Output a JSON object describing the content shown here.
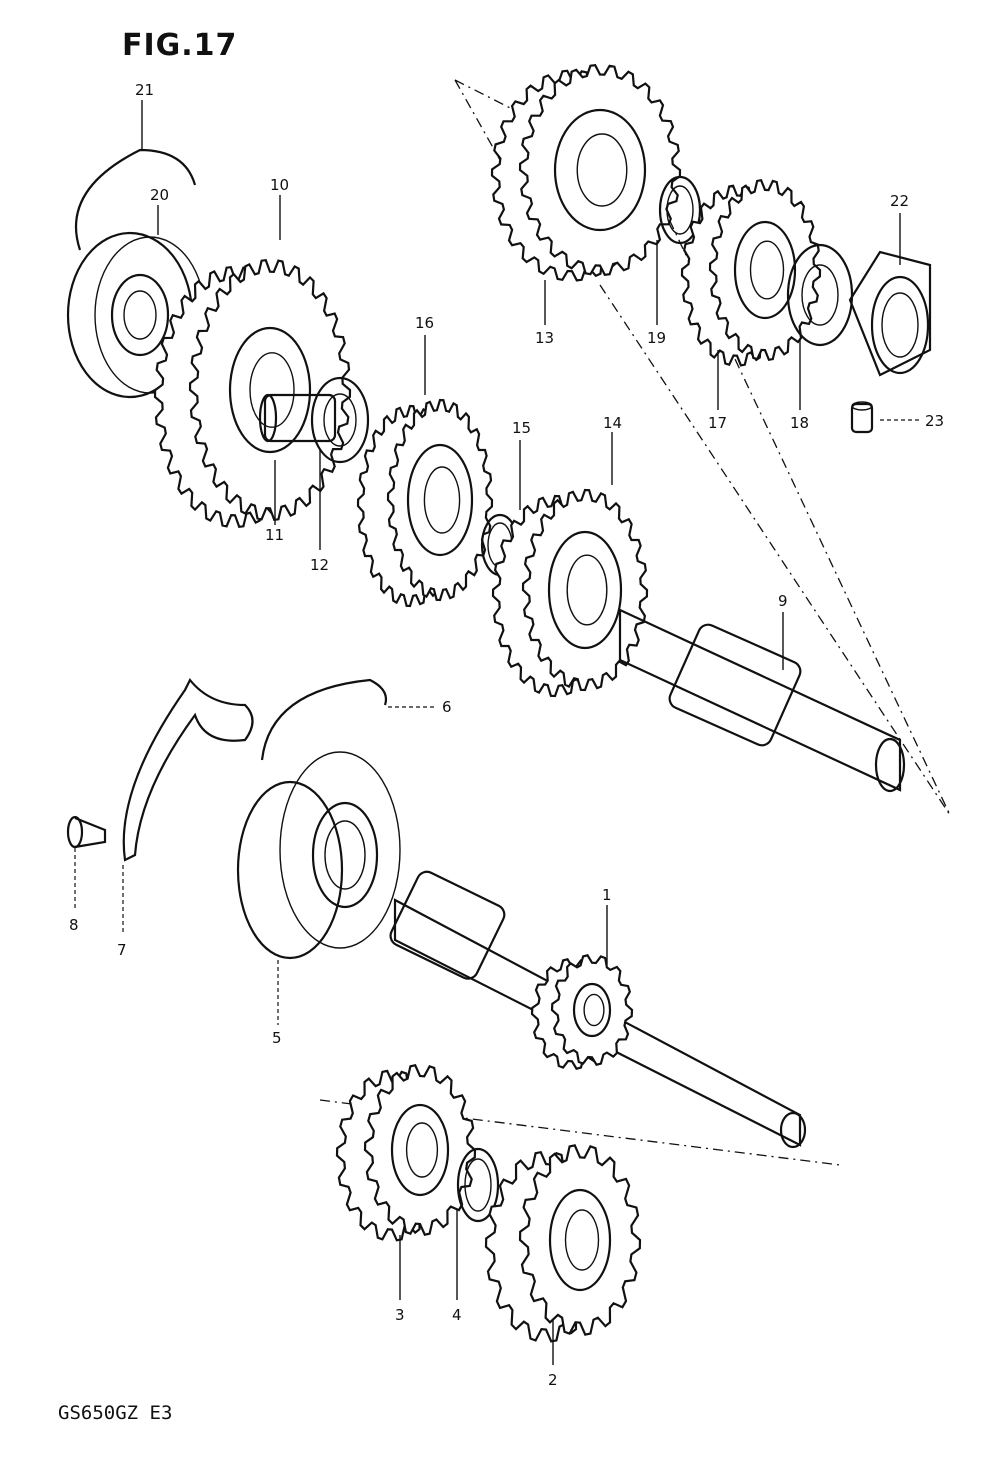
{
  "figure": {
    "title": "FIG.17",
    "model_code": "GS650GZ E3"
  },
  "callouts": {
    "c1": "1",
    "c2": "2",
    "c3": "3",
    "c4": "4",
    "c5": "5",
    "c6": "6",
    "c7": "7",
    "c8": "8",
    "c9": "9",
    "c10": "10",
    "c11": "11",
    "c12": "12",
    "c13": "13",
    "c14": "14",
    "c15": "15",
    "c16": "16",
    "c17": "17",
    "c18": "18",
    "c19": "19",
    "c20": "20",
    "c21": "21",
    "c22": "22",
    "c23": "23"
  }
}
